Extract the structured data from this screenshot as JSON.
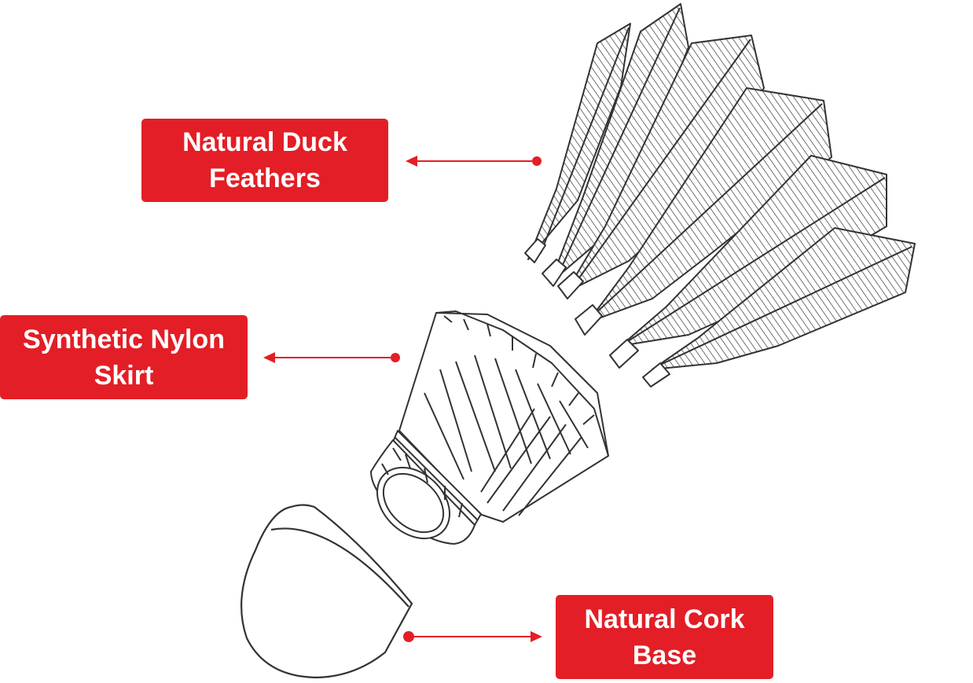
{
  "labels": {
    "feathers": {
      "line1": "Natural Duck",
      "line2": "Feathers"
    },
    "skirt": {
      "line1": "Synthetic Nylon",
      "line2": "Skirt"
    },
    "cork": {
      "line1": "Natural Cork",
      "line2": "Base"
    }
  },
  "colors": {
    "accent": "#e31e26",
    "label_text": "#ffffff",
    "line_art": "#333333",
    "background": "#ffffff"
  },
  "icons": {
    "pointer_start": "dot",
    "pointer_end": "arrowhead"
  }
}
